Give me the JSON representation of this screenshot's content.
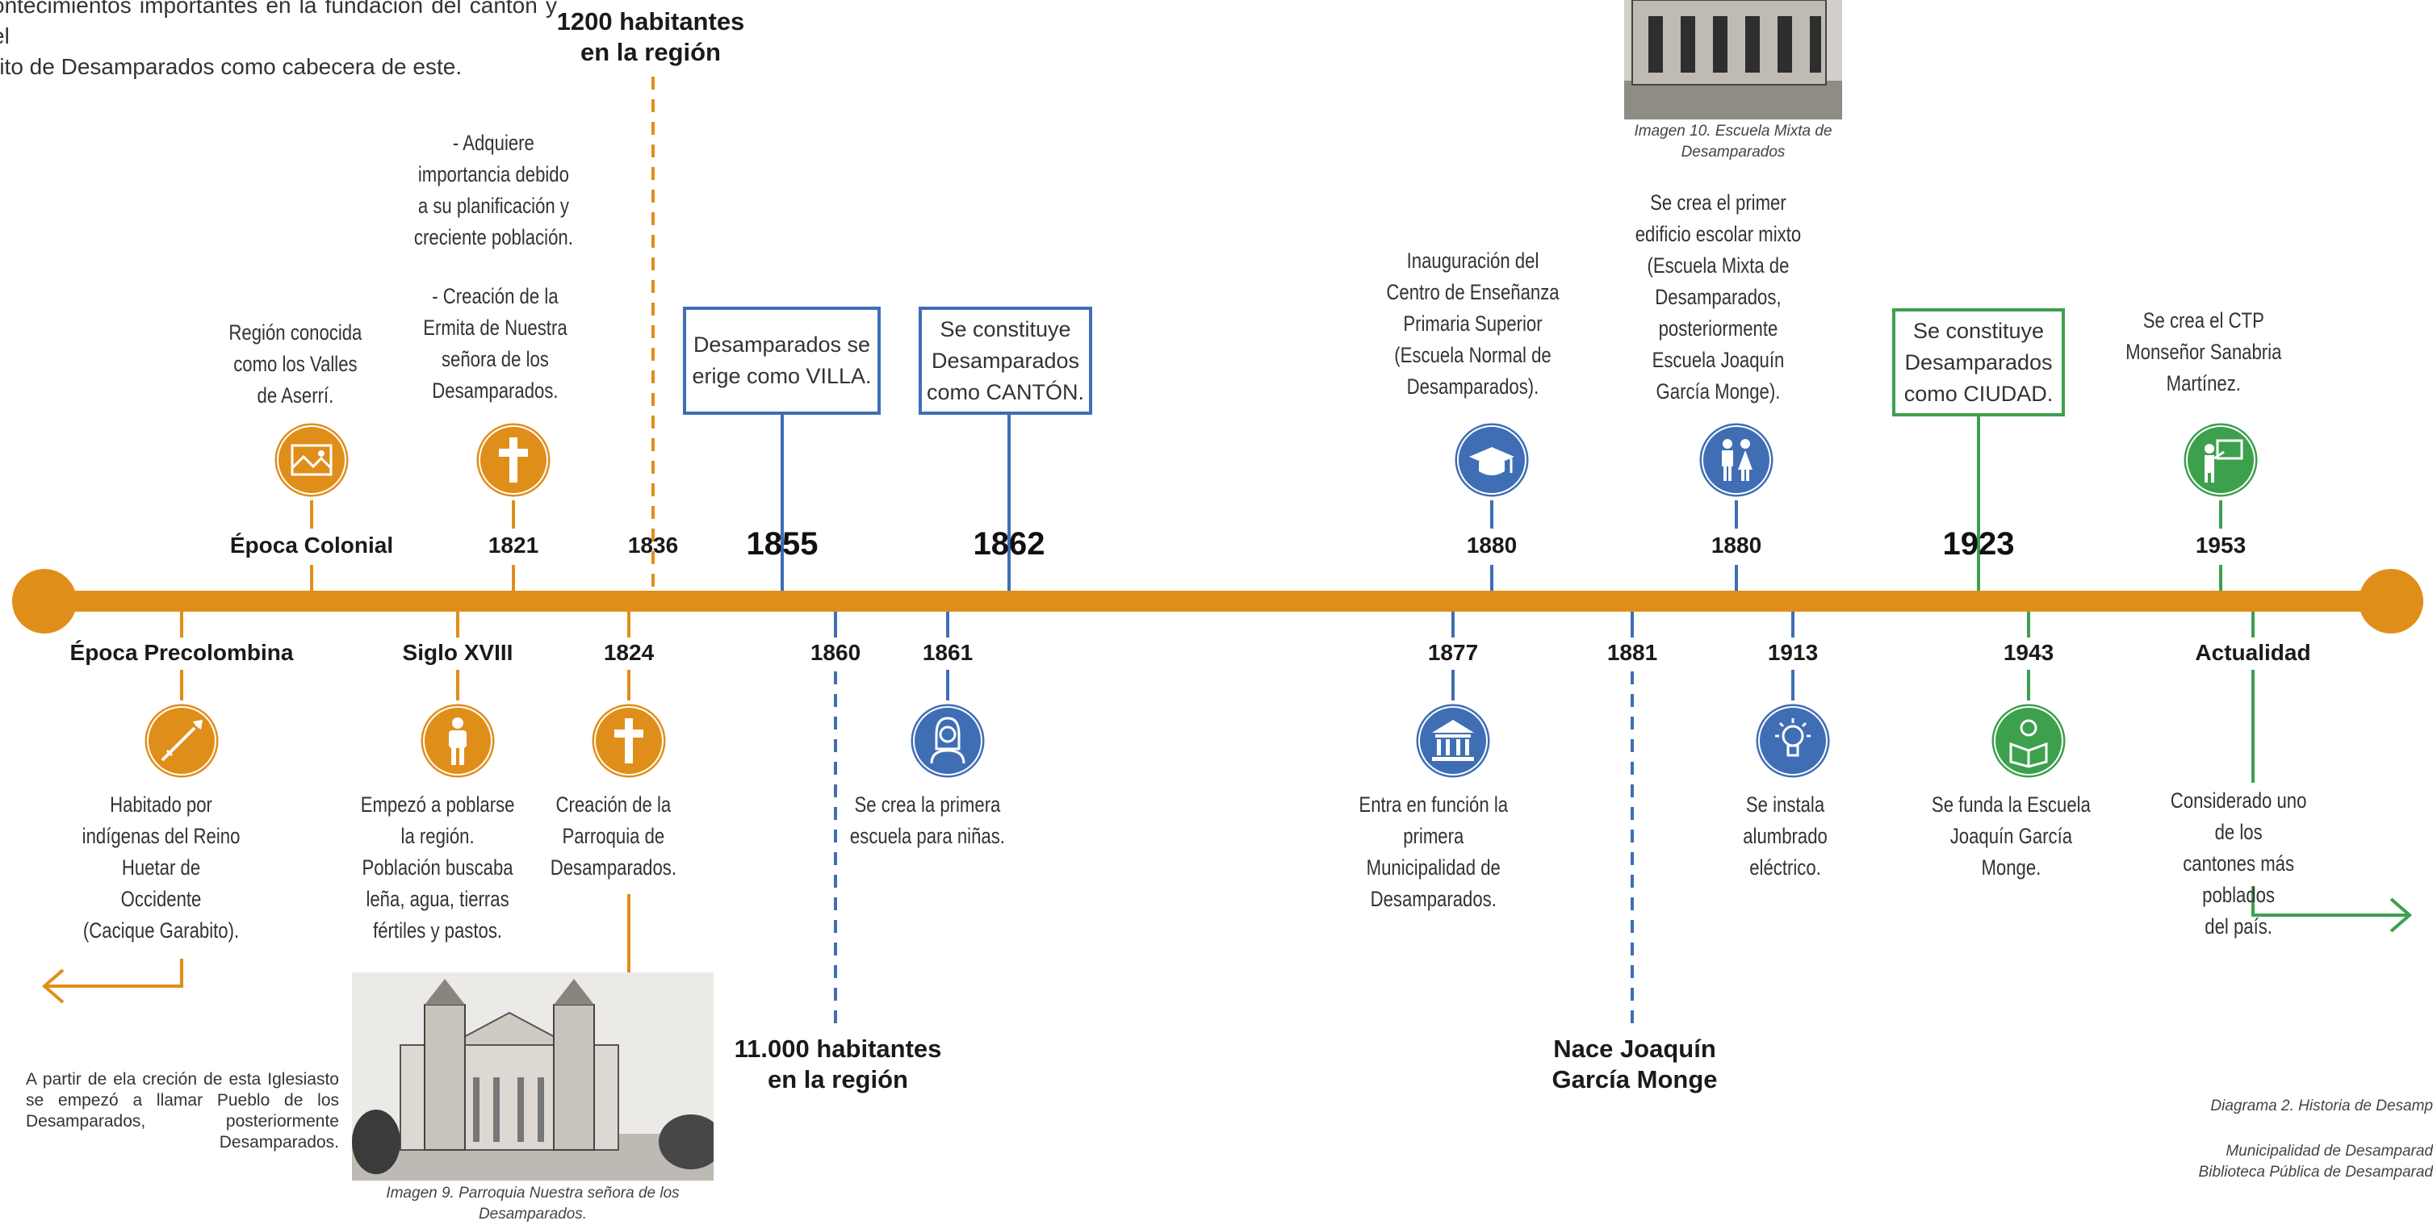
{
  "colors": {
    "orange": "#E08E1A",
    "blue": "#3F6EB5",
    "green": "#3DA04D",
    "text": "#333333"
  },
  "intro_text": "ontecimientos importantes en la fundación del cantón y el\nrito de Desamparados como cabecera de este.",
  "top_notes": {
    "habitantes_1200": "1200 habitantes\nen la región",
    "adquiere": "- Adquiere\nimportancia debido\na su planificación y\ncreciente población.",
    "ermita": "- Creación de la\nErmita de Nuestra\nseñora de los\nDesamparados."
  },
  "upper_events": [
    {
      "id": "colonial",
      "label": "Época Colonial",
      "icon": "landscape-icon",
      "color": "orange",
      "text": "Región conocida\ncomo los Valles\nde Aserrí."
    },
    {
      "id": "1821",
      "label": "1821",
      "icon": "cross-icon",
      "color": "orange"
    },
    {
      "id": "1836",
      "label": "1836",
      "color": "orange"
    },
    {
      "id": "1855",
      "label": "1855",
      "color": "blue",
      "box": "Desamparados se\nerige como VILLA."
    },
    {
      "id": "1862",
      "label": "1862",
      "color": "blue",
      "box": "Se constituye\nDesamparados\ncomo CANTÓN."
    },
    {
      "id": "1880a",
      "label": "1880",
      "icon": "graduation-cap-icon",
      "color": "blue",
      "text": "Inauguración del\nCentro de Enseñanza\nPrimaria Superior\n(Escuela Normal de\nDesamparados)."
    },
    {
      "id": "1880b",
      "label": "1880",
      "icon": "students-icon",
      "color": "blue",
      "text": "Se crea el primer\nedificio escolar mixto\n(Escuela Mixta de\nDesamparados,\nposteriormente\nEscuela Joaquín\nGarcía Monge)."
    },
    {
      "id": "1923",
      "label": "1923",
      "color": "green",
      "box": "Se constituye\nDesamparados\ncomo CIUDAD."
    },
    {
      "id": "1953",
      "label": "1953",
      "icon": "teacher-icon",
      "color": "green",
      "text": "Se crea el CTP\nMonseñor Sanabria\nMartínez."
    }
  ],
  "lower_events": [
    {
      "id": "precolombina",
      "label": "Época Precolombina",
      "icon": "spear-icon",
      "color": "orange",
      "text": "Habitado por\nindígenas del Reino\nHuetar de\nOccidente\n(Cacique Garabito)."
    },
    {
      "id": "siglo18",
      "label": "Siglo XVIII",
      "icon": "person-icon",
      "color": "orange",
      "text": "Empezó a poblarse\nla región.\nPoblación buscaba\nleña, agua, tierras\nfértiles y pastos."
    },
    {
      "id": "1824",
      "label": "1824",
      "icon": "cross-icon",
      "color": "orange",
      "text": "Creación de la\nParroquia de\nDesamparados."
    },
    {
      "id": "1860",
      "label": "1860",
      "color": "blue"
    },
    {
      "id": "1861",
      "label": "1861",
      "icon": "girl-icon",
      "color": "blue",
      "text": "Se crea la primera\nescuela para niñas."
    },
    {
      "id": "1877",
      "label": "1877",
      "icon": "building-icon",
      "color": "blue",
      "text": "Entra en función la\nprimera\nMunicipalidad de\nDesamparados."
    },
    {
      "id": "1881",
      "label": "1881",
      "color": "blue"
    },
    {
      "id": "1913",
      "label": "1913",
      "icon": "lightbulb-icon",
      "color": "blue",
      "text": "Se instala\nalumbrado\neléctrico."
    },
    {
      "id": "1943",
      "label": "1943",
      "icon": "reader-icon",
      "color": "green",
      "text": "Se funda la Escuela\nJoaquín García\nMonge."
    },
    {
      "id": "actualidad",
      "label": "Actualidad",
      "color": "green",
      "text": "Considerado uno de los\ncantones más poblados\ndel país."
    }
  ],
  "bottom_notes": {
    "habitantes_11000": "11.000 habitantes\nen la región",
    "nace": "Nace Joaquín\nGarcía Monge",
    "iglesia_text": "A partir de ela creción de esta Iglesiasto se empezó a llamar Pueblo de los Desamparados, posteriormente Desamparados."
  },
  "captions": {
    "imagen9": "Imagen 9. Parroquia Nuestra señora de los Desamparados.",
    "imagen10": "Imagen 10. Escuela Mixta de\nDesamparados",
    "diagrama": "Diagrama 2. Historia de Desamp",
    "fuente": "Municipalidad de Desamparad\nBiblioteca Pública de Desamparad"
  }
}
